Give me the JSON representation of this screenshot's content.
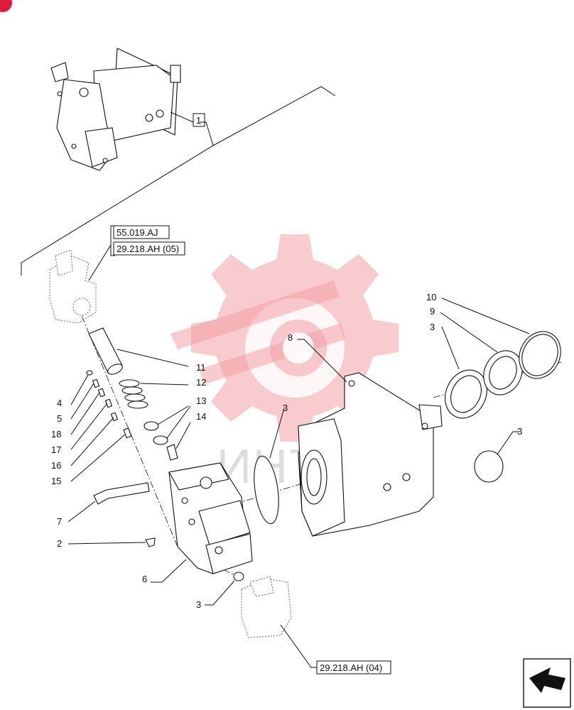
{
  "watermark": {
    "brand": "ИНТЕХ",
    "color": "#f2a0a6"
  },
  "refs": {
    "ref_a": "55.019.AJ",
    "ref_b": "29.218.AH (05)",
    "ref_c": "29.218.AH (04)",
    "assembly": "1"
  },
  "labels": {
    "l2": "2",
    "l3a": "3",
    "l3b": "3",
    "l3c": "3",
    "l3d": "3",
    "l4": "4",
    "l5": "5",
    "l6": "6",
    "l7": "7",
    "l8": "8",
    "l9": "9",
    "l10": "10",
    "l11": "11",
    "l12": "12",
    "l13": "13",
    "l14": "14",
    "l15": "15",
    "l16": "16",
    "l17": "17",
    "l18": "18"
  },
  "nav": {
    "icon": "arrow-icon"
  },
  "colors": {
    "corner_badge": "#d81e3a",
    "line": "#111111"
  }
}
